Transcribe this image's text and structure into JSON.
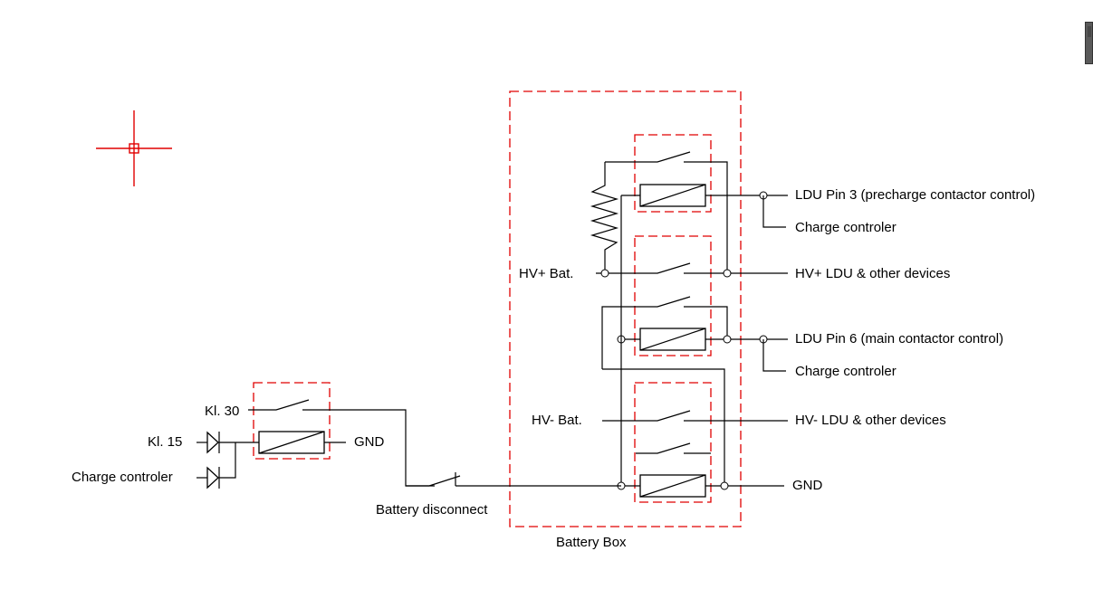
{
  "title": "Battery box contactor wiring diagram",
  "labels": {
    "kl30": "Kl. 30",
    "kl15": "Kl. 15",
    "charge_controler_left": "Charge controler",
    "gnd_left": "GND",
    "battery_disconnect": "Battery disconnect",
    "battery_box": "Battery Box",
    "hv_plus_bat": "HV+ Bat.",
    "hv_minus_bat": "HV- Bat.",
    "ldu_pin3": "LDU Pin 3 (precharge contactor control)",
    "charge_controler_1": "Charge controler",
    "hv_plus_ldu": "HV+  LDU  & other devices",
    "ldu_pin6": "LDU Pin 6 (main contactor control)",
    "charge_controler_2": "Charge controler",
    "hv_minus_ldu": "HV-  LDU  & other devices",
    "gnd_right": "GND"
  },
  "components": {
    "relays": [
      "ignition-relay",
      "precharge-contactor",
      "main-positive-contactor",
      "main-negative-contactor"
    ],
    "resistor": "precharge-resistor",
    "diodes": [
      "kl15-diode",
      "charge-controler-diode"
    ],
    "switch": "battery-disconnect-switch"
  },
  "colors": {
    "wire": "#000000",
    "enclosure": "#e00000",
    "cursor": "#e00000"
  },
  "cursor_icon": "crosshair-cursor-icon"
}
